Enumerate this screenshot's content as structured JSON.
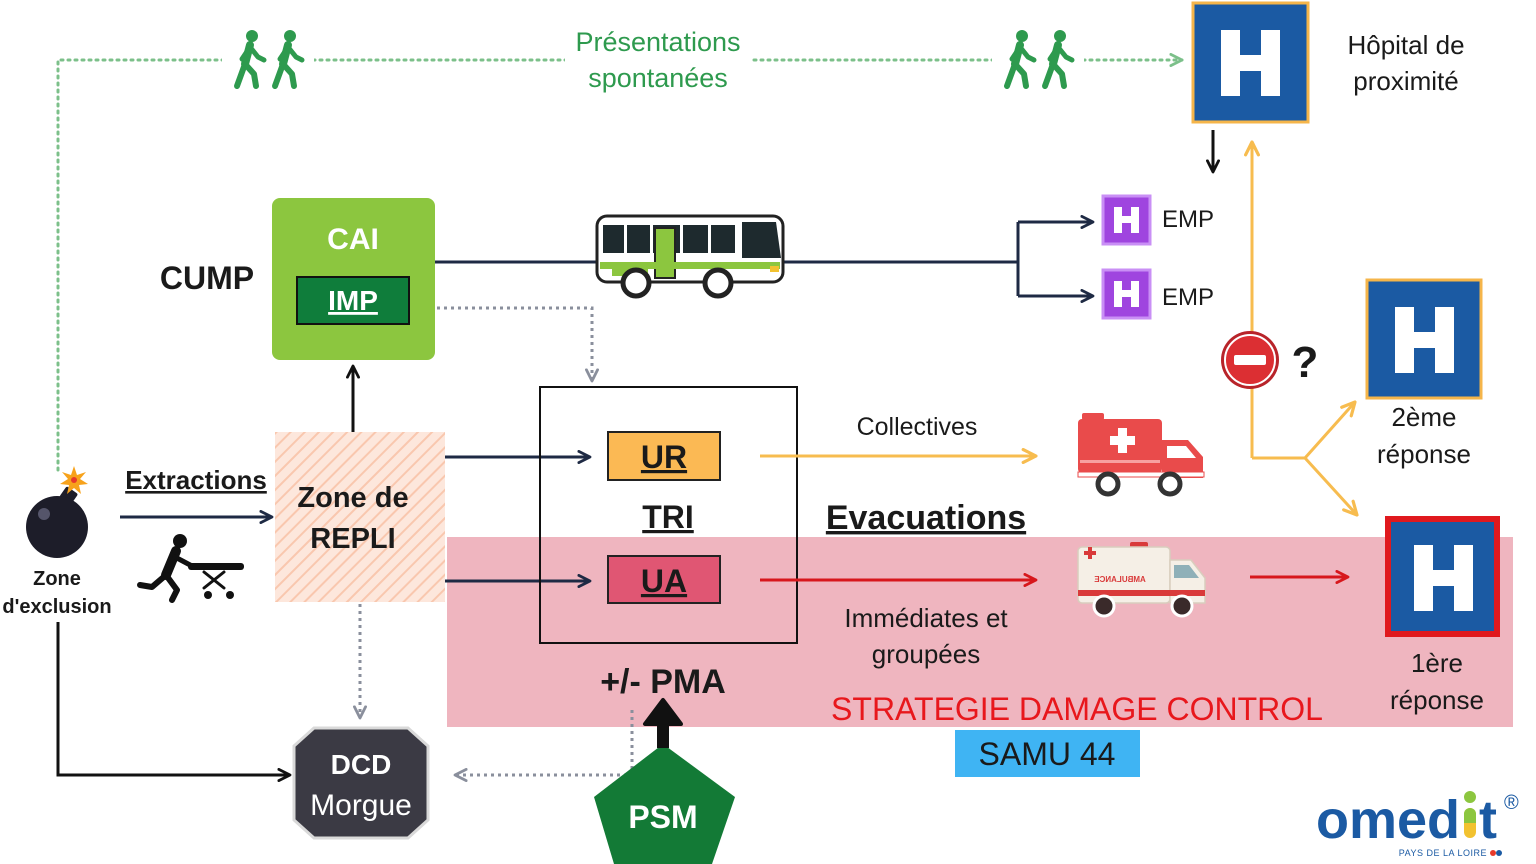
{
  "diagram": {
    "spontaneous_presentations": {
      "line1": "Présentations",
      "line2": "spontanées"
    },
    "proximity_hospital": {
      "line1": "Hôpital de",
      "line2": "proximité"
    },
    "cai": {
      "title": "CAI",
      "inner_label": "IMP"
    },
    "cump_label": "CUMP",
    "emp_labels": [
      "EMP",
      "EMP"
    ],
    "fallback_zone": {
      "line1": "Zone de",
      "line2": "REPLI"
    },
    "exclusion_zone": {
      "line1": "Zone",
      "line2": "d'exclusion"
    },
    "extractions_label": "Extractions",
    "morgue": {
      "line1": "DCD",
      "line2": "Morgue"
    },
    "triage": {
      "ur": "UR",
      "label": "TRI",
      "ua": "UA"
    },
    "pma_label": "+/- PMA",
    "psm_label": "PSM",
    "collective_label": "Collectives",
    "evacuations_label": "Evacuations",
    "immediate": {
      "line1": "Immédiates et",
      "line2": "groupées"
    },
    "strategy_label": "STRATEGIE DAMAGE CONTROL",
    "samu_label": "SAMU 44",
    "second_response": {
      "line1": "2ème",
      "line2": "réponse"
    },
    "first_response": {
      "line1": "1ère",
      "line2": "réponse"
    },
    "blocked_question": "?"
  },
  "ambulance_lettering": "AMBULANCE",
  "logo": {
    "name_start": "omed",
    "name_end": "t",
    "registered_mark": "®",
    "tagline": "PAYS DE LA LOIRE"
  },
  "icons": [
    "walking-people-icon",
    "hospital-icon",
    "emp-hospital-icon",
    "bus-icon",
    "bomb-icon",
    "stretcher-rescuer-icon",
    "ambulance-icon",
    "no-entry-icon",
    "pill-icon"
  ],
  "colors": {
    "spontaneous_green": "#2e9a4e",
    "hospital_blue": "#1b5aa3",
    "hospital_orange_border": "#f5b54a",
    "hospital_red_border": "#e0191e",
    "cai_green": "#8cc63f",
    "imp_dark_green": "#0f7d3b",
    "emp_purple": "#9f45df",
    "flow_navy": "#1e2a44",
    "ur_orange": "#fbb954",
    "ua_red": "#e05673",
    "damage_band_pink": "#efb5bf",
    "strategy_red": "#e8171c",
    "samu_blue": "#3fb4f3",
    "morgue_gray": "#3b3a44",
    "psm_green": "#137a36",
    "collective_orange": "#f7bc4f"
  }
}
